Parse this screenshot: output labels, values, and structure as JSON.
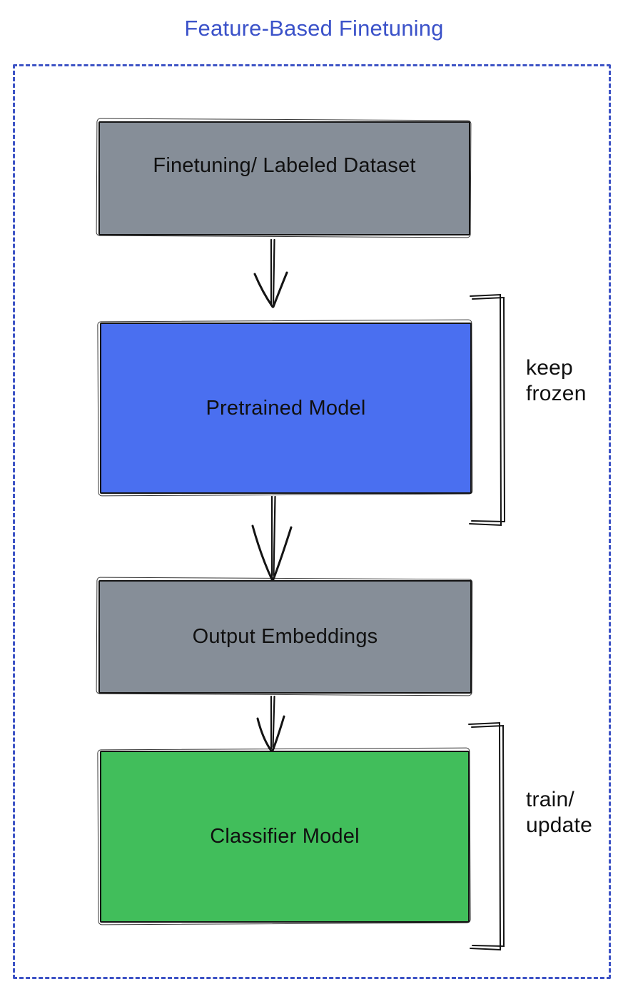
{
  "title": "Feature-Based Finetuning",
  "colors": {
    "title_text": "#3B52C9",
    "frame_border": "#3D53C5",
    "node_gray": "#868E98",
    "node_blue": "#4A6FF0",
    "node_green": "#41BE5B",
    "stroke": "#141414",
    "label_text": "#101010"
  },
  "nodes": [
    {
      "id": "finetuning-dataset",
      "label": "Finetuning/ Labeled Dataset",
      "fill": "gray"
    },
    {
      "id": "pretrained-model",
      "label": "Pretrained Model",
      "fill": "blue"
    },
    {
      "id": "output-embeddings",
      "label": "Output Embeddings",
      "fill": "gray"
    },
    {
      "id": "classifier-model",
      "label": "Classifier Model",
      "fill": "green"
    }
  ],
  "annotations": [
    {
      "id": "keep-frozen",
      "line1": "keep",
      "line2": "frozen",
      "target": "pretrained-model"
    },
    {
      "id": "train-update",
      "line1": "train/",
      "line2": "update",
      "target": "classifier-model"
    }
  ]
}
